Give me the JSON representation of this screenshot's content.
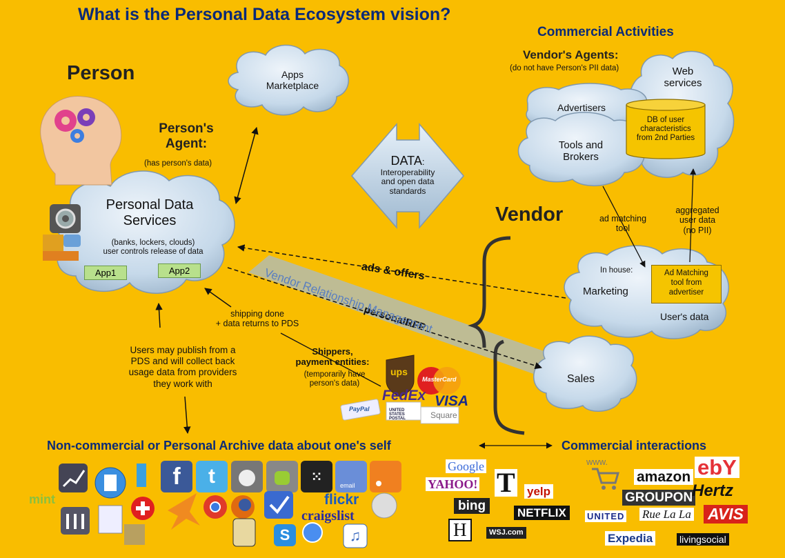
{
  "title": "What is the Personal Data Ecosystem vision?",
  "commercial_activities": "Commercial Activities",
  "person": "Person",
  "vendor": "Vendor",
  "apps_marketplace": [
    "Apps",
    "Marketplace"
  ],
  "persons_agent": {
    "heading": [
      "Person's",
      "Agent:"
    ],
    "note": "(has person's data)"
  },
  "pds": {
    "title": [
      "Personal Data",
      "Services"
    ],
    "sub": [
      "(banks, lockers, clouds)",
      "user controls release of data"
    ],
    "app1": "App1",
    "app2": "App2"
  },
  "data_arrow": {
    "title": "DATA",
    "colon": ":",
    "lines": [
      "Interoperability",
      "and open data",
      "standards"
    ]
  },
  "vendors_agents": {
    "heading": "Vendor's Agents:",
    "note": "(do not have Person's PII data)"
  },
  "agent_cloud": {
    "web_services": [
      "Web",
      "services"
    ],
    "advertisers": "Advertisers",
    "tools": [
      "Tools and",
      "Brokers"
    ],
    "db": [
      "DB of user",
      "characteristics",
      "from 2nd Parties"
    ]
  },
  "ad_matching": [
    "ad matching",
    "tool"
  ],
  "aggregated": [
    "aggregated",
    "user data",
    "(no PII)"
  ],
  "marketing_cloud": {
    "in_house": "In house:",
    "marketing": "Marketing",
    "users_data": "User's data",
    "box": [
      "Ad Matching",
      "tool from",
      "advertiser"
    ]
  },
  "sales": "Sales",
  "ads_offers": "ads & offers",
  "personal_rfp": "personalRFP",
  "vrm": "Vendor Relationship Management",
  "shipping": [
    "shipping done",
    "+ data returns to PDS"
  ],
  "shippers": {
    "heading": [
      "Shippers,",
      "payment entities:"
    ],
    "note": [
      "(temporarily have",
      "person's data)"
    ]
  },
  "users_publish": [
    "Users may publish from a",
    "PDS and will collect back",
    "usage data from providers",
    "they work with"
  ],
  "non_commercial": "Non-commercial or Personal Archive data about one's self",
  "commercial_interactions": "Commercial interactions",
  "logos": {
    "mint": "mint",
    "flickr": "flickr",
    "craigslist": "craigslist",
    "email": "email",
    "google": "Google",
    "yahoo": "YAHOO!",
    "nyt": "T",
    "yelp": "yelp",
    "bing": "bing",
    "netflix": "NETFLIX",
    "h": "H",
    "wsj": "WSJ.com",
    "www": "www.",
    "amazon": "amazon",
    "ebay": "ebY",
    "groupon": "GROUPON",
    "hertz": "Hertz",
    "united": "UNITED",
    "ruelala": "Rue La La",
    "avis": "AVIS",
    "expedia": "Expedia",
    "livingsocial": "livingsocial",
    "ups": "ups",
    "fedex": "FedEx",
    "mastercard": "MasterCard",
    "visa": "VISA",
    "paypal": "PayPal",
    "usps": "UNITED STATES POSTAL",
    "square": "Square"
  },
  "colors": {
    "background": "#f9bd00",
    "title_navy": "#0b2a78",
    "cloud_fill": "#c9dced",
    "app_box": "#b8e08c",
    "vrm_band": "#a9bcc6"
  }
}
